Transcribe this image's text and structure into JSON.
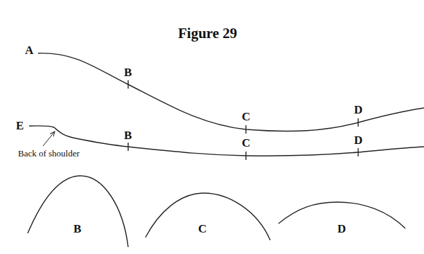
{
  "diagram": {
    "title": "Figure 29",
    "labels": [
      "A",
      "B",
      "C",
      "D",
      "E",
      "B",
      "C",
      "D",
      "Back of shoulder",
      "B",
      "C",
      "D"
    ]
  }
}
